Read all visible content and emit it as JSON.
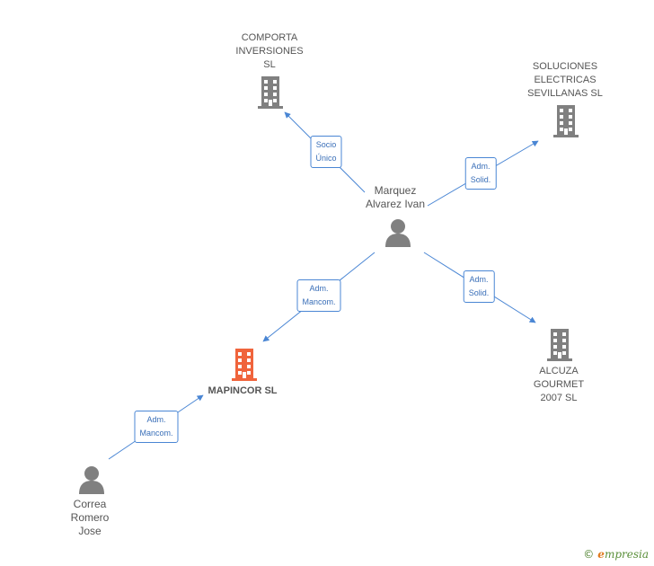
{
  "nodes": {
    "comporta": {
      "label": "COMPORTA\nINVERSIONES\nSL",
      "color": "#808080"
    },
    "soluciones": {
      "label": "SOLUCIONES\nELECTRICAS\nSEVILLANAS  SL",
      "color": "#808080"
    },
    "marquez": {
      "label": "Marquez\nAlvarez Ivan",
      "color": "#808080"
    },
    "mapincor": {
      "label": "MAPINCOR  SL",
      "color": "#f0643c"
    },
    "alcuza": {
      "label": "ALCUZA\nGOURMET\n2007  SL",
      "color": "#808080"
    },
    "correa": {
      "label": "Correa\nRomero\nJose",
      "color": "#808080"
    }
  },
  "edges": {
    "socio_unico": "Socio\nÚnico",
    "adm_solid_1": "Adm.\nSolid.",
    "adm_mancom_1": "Adm.\nMancom.",
    "adm_solid_2": "Adm.\nSolid.",
    "adm_mancom_2": "Adm.\nMancom."
  },
  "colors": {
    "edge": "#4a86d4",
    "building": "#808080",
    "highlight": "#f0643c",
    "person": "#808080"
  },
  "brand": {
    "copyright": "©",
    "initial": "e",
    "rest": "mpresia"
  }
}
